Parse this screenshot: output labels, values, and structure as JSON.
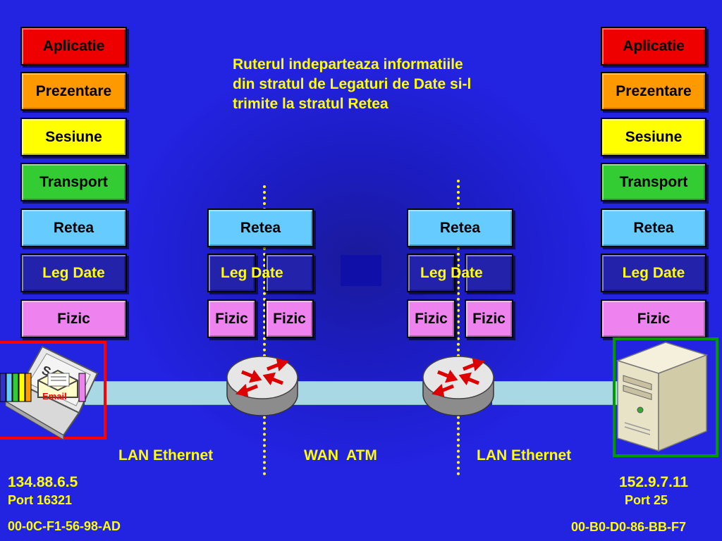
{
  "note": [
    "Ruterul indeparteaza informatiile",
    "din stratul de Legaturi de Date si-l",
    "trimite la stratul Retea"
  ],
  "layers": {
    "aplicatie": "Aplicatie",
    "prezentare": "Prezentare",
    "sesiune": "Sesiune",
    "transport": "Transport",
    "retea": "Retea",
    "leg_date": "Leg Date",
    "fizic": "Fizic"
  },
  "links": {
    "lan_left": "LAN Ethernet",
    "wan": "WAN  ATM",
    "lan_right": "LAN Ethernet"
  },
  "left_host": {
    "ip": "134.88.6.5",
    "port": "Port 16321",
    "mac": "00-0C-F1-56-98-AD",
    "email_label": "Email"
  },
  "right_host": {
    "ip": "152.9.7.11",
    "port": "Port 25",
    "mac": "00-B0-D0-86-BB-F7"
  },
  "colors": {
    "background": "#2323e2",
    "text_highlight": "#ffff00",
    "aplicatie": "#ee0000",
    "prezentare": "#ff9900",
    "sesiune": "#ffff00",
    "transport": "#33cc33",
    "retea": "#66ccff",
    "leg_date": "#2222aa",
    "fizic": "#ee82ee",
    "client_frame": "#ff0000",
    "server_frame": "#009900"
  },
  "icons": [
    "laptop-icon",
    "email-envelope-icon",
    "router-icon",
    "server-icon"
  ]
}
